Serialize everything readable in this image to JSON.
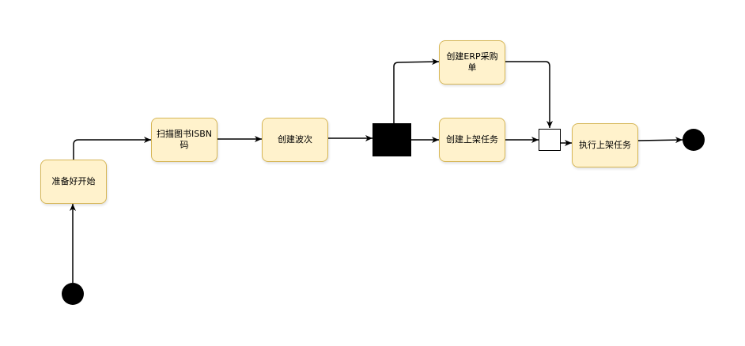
{
  "diagram": {
    "nodes": {
      "prepare": "准备好开始",
      "scan": "扫描图书ISBN码",
      "wave": "创建波次",
      "erp": "创建ERP采购单",
      "shelf": "创建上架任务",
      "execute": "执行上架任务"
    }
  },
  "colors": {
    "node_fill": "#fff2cc",
    "node_border": "#d6b656",
    "edge": "#000000"
  }
}
